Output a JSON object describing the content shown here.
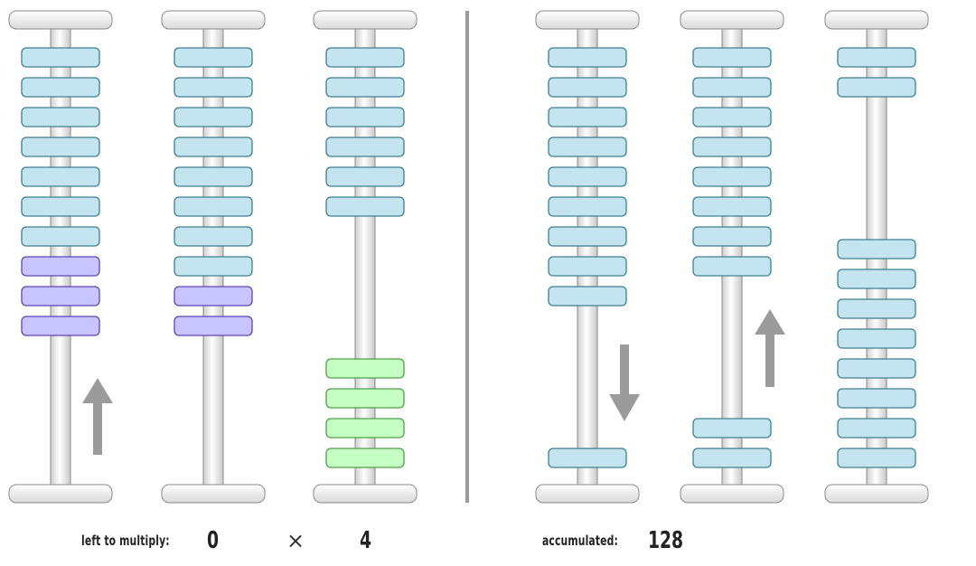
{
  "colors": {
    "bead_blue": "#c4e5f0",
    "bead_blue_border": "#3d7f92",
    "bead_purple": "#c7c4ff",
    "bead_purple_border": "#5b48b2",
    "bead_green": "#c6ffc4",
    "bead_green_border": "#4f9f4a",
    "arrow": "#9b9b9b",
    "divider": "#9b9b9b"
  },
  "abacus": {
    "left": {
      "rods": [
        {
          "top_beads": [
            "blue",
            "blue",
            "blue",
            "blue",
            "blue",
            "blue",
            "blue",
            "purple",
            "purple",
            "purple"
          ],
          "bottom_beads": []
        },
        {
          "top_beads": [
            "blue",
            "blue",
            "blue",
            "blue",
            "blue",
            "blue",
            "blue",
            "blue",
            "purple",
            "purple"
          ],
          "bottom_beads": []
        },
        {
          "top_beads": [
            "blue",
            "blue",
            "blue",
            "blue",
            "blue",
            "blue"
          ],
          "bottom_beads": [
            "green",
            "green",
            "green",
            "green"
          ]
        }
      ],
      "arrow": {
        "rod": 0,
        "direction": "up",
        "icon": "up-arrow-icon"
      }
    },
    "right": {
      "rods": [
        {
          "top_beads": [
            "blue",
            "blue",
            "blue",
            "blue",
            "blue",
            "blue",
            "blue",
            "blue",
            "blue"
          ],
          "bottom_beads": [
            "blue"
          ]
        },
        {
          "top_beads": [
            "blue",
            "blue",
            "blue",
            "blue",
            "blue",
            "blue",
            "blue",
            "blue"
          ],
          "bottom_beads": [
            "blue",
            "blue"
          ]
        },
        {
          "top_beads": [
            "blue",
            "blue"
          ],
          "bottom_beads": [
            "blue",
            "blue",
            "blue",
            "blue",
            "blue",
            "blue",
            "blue",
            "blue"
          ]
        }
      ],
      "arrows": [
        {
          "rod": 0,
          "direction": "down",
          "icon": "down-arrow-icon"
        },
        {
          "rod": 1,
          "direction": "up",
          "icon": "up-arrow-icon"
        }
      ]
    }
  },
  "labels": {
    "left_caption": "left to multiply:",
    "multiplicand": "0",
    "times_symbol": "×",
    "multiplier": "4",
    "right_caption": "accumulated:",
    "accumulated": "128"
  }
}
